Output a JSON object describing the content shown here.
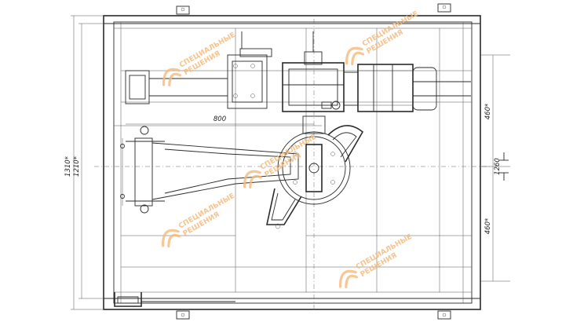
{
  "dimensions": {
    "overall_height": "1310*",
    "frame_height": "1210*",
    "shaft_offset": "800",
    "upper_half": "460*",
    "lower_half": "460*",
    "axis_span": "1260"
  },
  "watermark": {
    "line1": "СПЕЦИАЛЬНЫЕ",
    "line2": "РЕШЕНИЯ",
    "color": "#f5b97a"
  },
  "colors": {
    "line": "#2a2a2a",
    "watermark": "#f5b97a"
  }
}
